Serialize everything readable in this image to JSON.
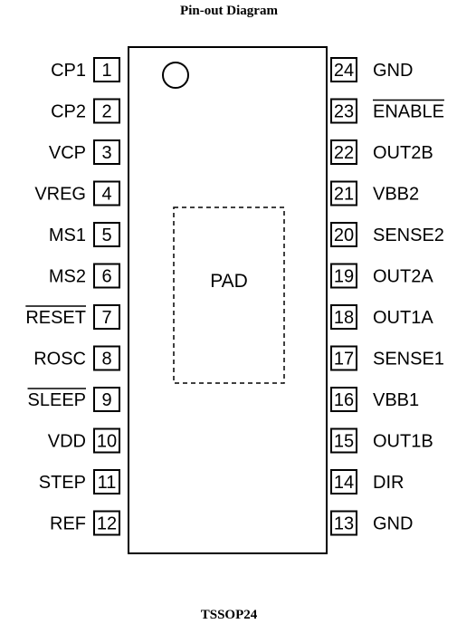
{
  "title": "Pin-out Diagram",
  "package": "TSSOP24",
  "pad_label": "PAD",
  "pins_left": [
    {
      "num": "1",
      "label": "CP1",
      "overline": false
    },
    {
      "num": "2",
      "label": "CP2",
      "overline": false
    },
    {
      "num": "3",
      "label": "VCP",
      "overline": false
    },
    {
      "num": "4",
      "label": "VREG",
      "overline": false
    },
    {
      "num": "5",
      "label": "MS1",
      "overline": false
    },
    {
      "num": "6",
      "label": "MS2",
      "overline": false
    },
    {
      "num": "7",
      "label": "RESET",
      "overline": true
    },
    {
      "num": "8",
      "label": "ROSC",
      "overline": false
    },
    {
      "num": "9",
      "label": "SLEEP",
      "overline": true
    },
    {
      "num": "10",
      "label": "VDD",
      "overline": false
    },
    {
      "num": "11",
      "label": "STEP",
      "overline": false
    },
    {
      "num": "12",
      "label": "REF",
      "overline": false
    }
  ],
  "pins_right": [
    {
      "num": "24",
      "label": "GND",
      "overline": false
    },
    {
      "num": "23",
      "label": "ENABLE",
      "overline": true
    },
    {
      "num": "22",
      "label": "OUT2B",
      "overline": false
    },
    {
      "num": "21",
      "label": "VBB2",
      "overline": false
    },
    {
      "num": "20",
      "label": "SENSE2",
      "overline": false
    },
    {
      "num": "19",
      "label": "OUT2A",
      "overline": false
    },
    {
      "num": "18",
      "label": "OUT1A",
      "overline": false
    },
    {
      "num": "17",
      "label": "SENSE1",
      "overline": false
    },
    {
      "num": "16",
      "label": "VBB1",
      "overline": false
    },
    {
      "num": "15",
      "label": "OUT1B",
      "overline": false
    },
    {
      "num": "14",
      "label": "DIR",
      "overline": false
    },
    {
      "num": "13",
      "label": "GND",
      "overline": false
    }
  ]
}
